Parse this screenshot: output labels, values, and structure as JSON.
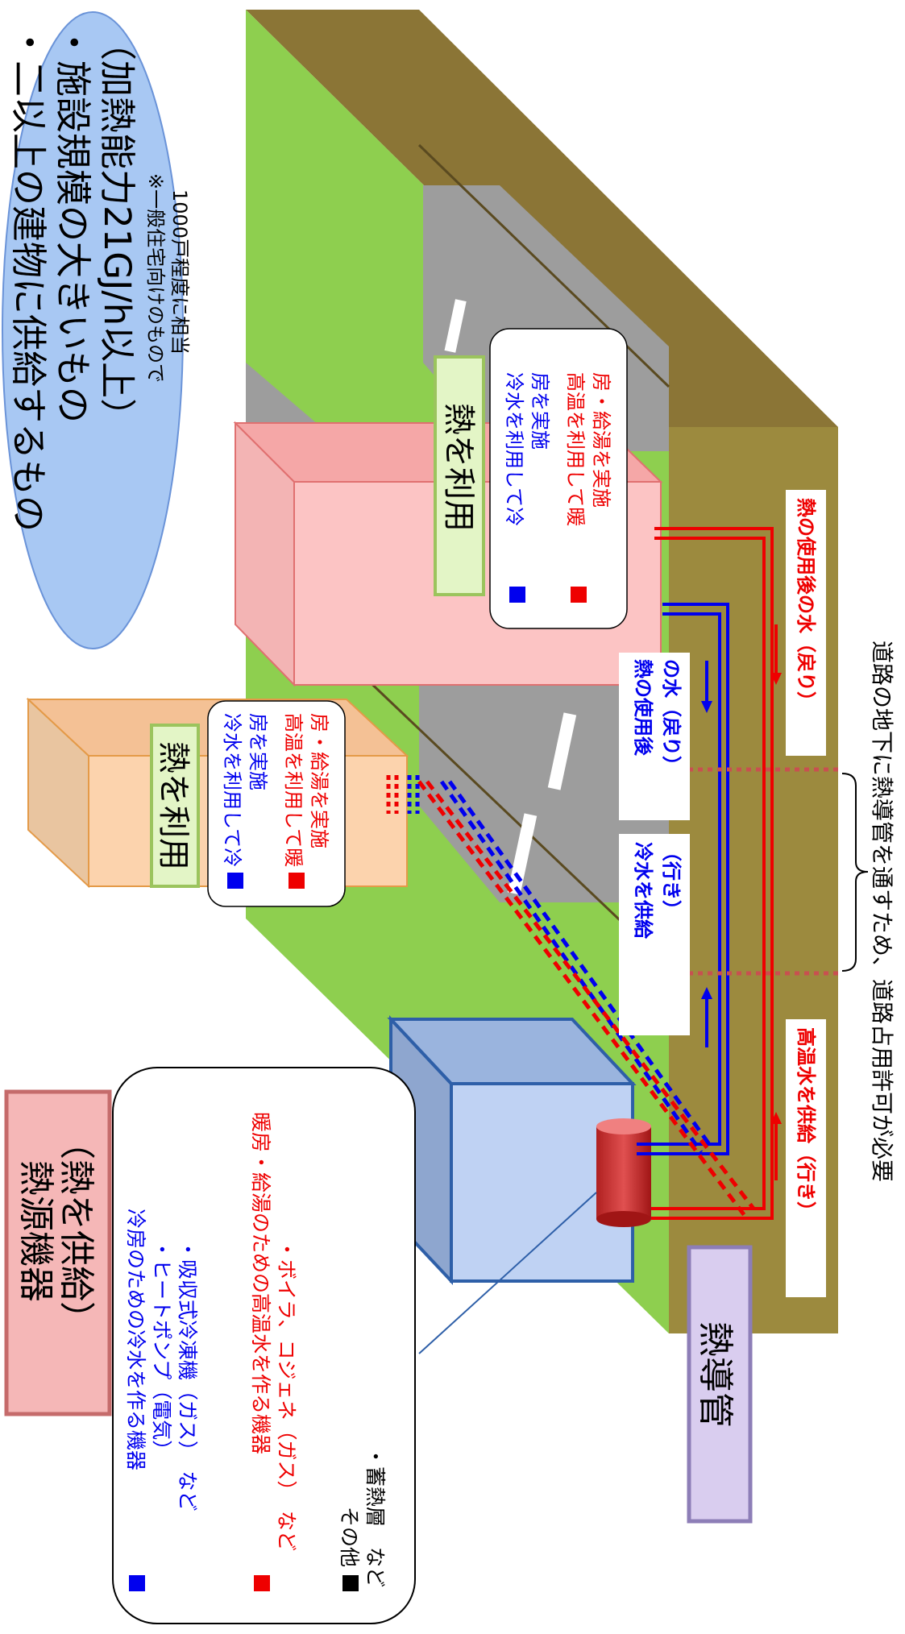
{
  "criteria": {
    "line1": "・二以上の建物に供給するもの",
    "line2": "・施設規模の大きいもの",
    "line3": "（加熱能力21GJ/h以上）",
    "note1": "※一般住宅向けのもので",
    "note2": "1000戸程度に相当"
  },
  "heat_use_labels": [
    "熱を利用",
    "熱を利用"
  ],
  "use_note": {
    "cold_line1": "冷水を利用して冷",
    "cold_line2": "房を実施",
    "hot_line1": "高温を利用して暖",
    "hot_line2": "房・給湯を実施"
  },
  "pipe_labels": {
    "cold_supply_1": "冷水を供給",
    "cold_supply_2": "（行き）",
    "cold_return_1": "熱の使用後",
    "cold_return_2": "の水（戻り）",
    "hot_supply": "高温水を供給（行き）",
    "hot_return": "熱の使用後の水（戻り）"
  },
  "road_permit": "道路の地下に熱導管を通すため、道路占用許可が必要",
  "heat_source": {
    "title1": "熱源機器",
    "title2": "（熱を供給）",
    "cold_head": "冷房のための冷水を作る機器",
    "cold_item1": "・ヒートポンプ（電気）",
    "cold_item2": "・吸収式冷凍機（ガス）　など",
    "hot_head": "暖房・給湯のための高温水を作る機器",
    "hot_item1": "・ボイラ、コジェネ（ガス）　など",
    "other_head": "その他",
    "other_item1": "・蓄熱層　など"
  },
  "pipe_title": "熱導管",
  "colors": {
    "cold": "#0000ee",
    "hot": "#ee0000",
    "grass": "#8ecf4f",
    "soil": "#8b7536",
    "soil_side": "#9c8a3e",
    "road": "#9d9d9d",
    "ellipse": "#a8c8f3",
    "label_green": "#e3f5c6",
    "label_pink": "#f5b7b7",
    "label_purple": "#d9cdef"
  }
}
